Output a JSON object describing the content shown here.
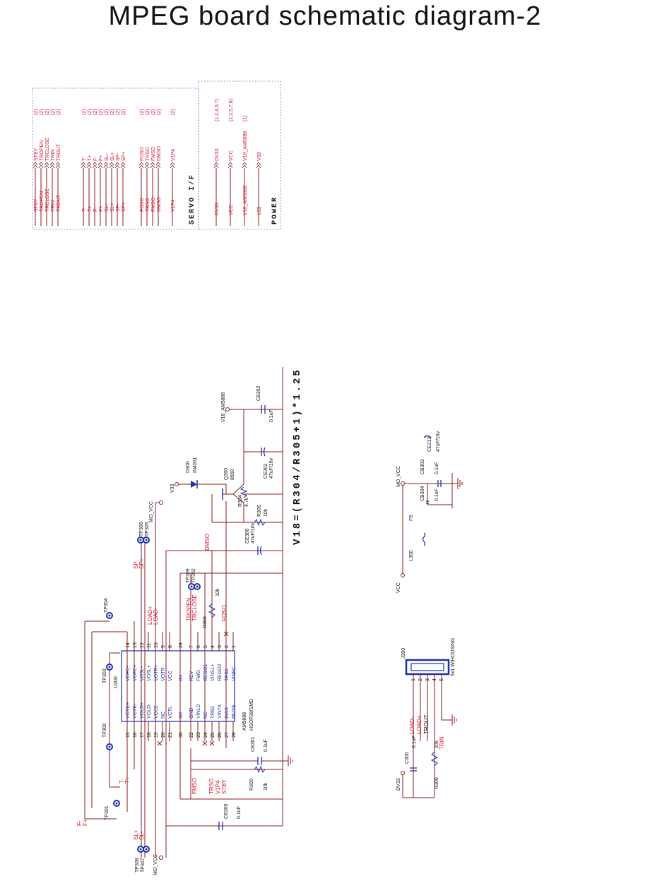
{
  "title": "MPEG  board schematic diagram-2",
  "formula": "V18=(R304/R305+1)*1.25",
  "servo_title": "SERVO I/F",
  "power_title": "POWER",
  "servo_left": [
    "STBY",
    "TROPEN",
    "TRCLOSE",
    "TRIN",
    "TROUT",
    "T-",
    "T+",
    "F-",
    "F+",
    "SL-",
    "SL+",
    "SP-",
    "SP+",
    "FOSO",
    "TRSO",
    "FMSO",
    "DMSO",
    "V1P4"
  ],
  "servo_ports": [
    "STBY",
    "TROPEN",
    "TRCLOSE",
    "TRIN",
    "TROUT",
    "T-",
    "T+",
    "F-",
    "F+",
    "SL-",
    "SL+",
    "SP-",
    "SP+",
    "FOSO",
    "TRSO",
    "FMSO",
    "DMSO",
    "V1P4"
  ],
  "servo_pages": [
    "(2)",
    "(2)",
    "(2)",
    "(2)",
    "(2)",
    "(2)",
    "(2)",
    "(2)",
    "(2)",
    "(2)",
    "(2)",
    "(2)",
    "(2)",
    "(2)",
    "(2)",
    "(2)",
    "(2)",
    "(2)"
  ],
  "power_left": [
    "DV33",
    "VCC",
    "V18_AM5888",
    "V33"
  ],
  "power_ports": [
    "DV33",
    "VCC",
    "V18_AM5888",
    "V33"
  ],
  "power_pages": [
    "(1,2,4,5,7)",
    "(1,2,5,7,8)",
    "(1)",
    ""
  ],
  "u300": {
    "ref": "U300",
    "part": "AM5888",
    "pkg": "HSOP28/SMD",
    "left_pins": [
      {
        "n": "15",
        "name": "VOTK+"
      },
      {
        "n": "16",
        "name": "VOTK-"
      },
      {
        "n": "17",
        "name": "VOLD+"
      },
      {
        "n": "18",
        "name": "VOLD-"
      },
      {
        "n": "19",
        "name": "VCC2"
      },
      {
        "n": "20",
        "name": "NC"
      },
      {
        "n": "21",
        "name": "VCTL"
      },
      {
        "n": "30",
        "name": "G2"
      },
      {
        "n": "22",
        "name": "GND"
      },
      {
        "n": "23",
        "name": "VINLD"
      },
      {
        "n": "24",
        "name": "NC"
      },
      {
        "n": "25",
        "name": "TRB2"
      },
      {
        "n": "26",
        "name": "VINTK"
      },
      {
        "n": "27",
        "name": "BIAS"
      },
      {
        "n": "28",
        "name": "MUTE"
      }
    ],
    "right_pins": [
      {
        "n": "14",
        "name": "VOFC-"
      },
      {
        "n": "13",
        "name": "VOFC+"
      },
      {
        "n": "12",
        "name": "VOSL-"
      },
      {
        "n": "11",
        "name": "VOSL+"
      },
      {
        "n": "10",
        "name": "VOTR+"
      },
      {
        "n": "9",
        "name": "VOTR-"
      },
      {
        "n": "8",
        "name": "VCC"
      },
      {
        "n": "29",
        "name": "G1"
      },
      {
        "n": "7",
        "name": "REV"
      },
      {
        "n": "6",
        "name": "FWD"
      },
      {
        "n": "5",
        "name": "REGO1"
      },
      {
        "n": "4",
        "name": "VINSL+"
      },
      {
        "n": "3",
        "name": "REGO2"
      },
      {
        "n": "2",
        "name": "TRB1"
      },
      {
        "n": "1",
        "name": "VINFC"
      }
    ]
  },
  "labels": {
    "tp300": "TP300",
    "tp301": "TP301",
    "tp302": "TP302",
    "tp303": "TP303",
    "tp304": "TP304",
    "tp305": "TP305",
    "tp306": "TP306",
    "tp307": "TP307",
    "tp308": "TP308",
    "tp309": "TP309",
    "fm": "F-",
    "fp": "F+",
    "tm": "T-",
    "tp": "T+",
    "slp": "SL+",
    "slm": "SL-",
    "spm": "SP-",
    "spp": "SP+",
    "loadp": "LOAD+",
    "loadm": "LOAD-",
    "tropen": "TROPEN",
    "trclose": "TRCLOSE",
    "foso": "FOSO",
    "fmso": "FMSO",
    "trso": "TRSO",
    "v1p4": "V1P4",
    "stby": "STBY",
    "dmso": "DMSO",
    "mo_vcc_a": "MO_VCC",
    "mo_vcc_b": "MO_VCC",
    "mo_vcc_c": "MO_VCC",
    "v33": "V33",
    "v18": "V18_AM5888",
    "vcc": "VCC",
    "dv33": "DV33",
    "d300": "D300",
    "d300v": "IN4001",
    "q300": "Q300",
    "q300v": "8550",
    "r300": "R300",
    "r300v": "10k",
    "r303": "R303",
    "r303v": "10k",
    "r304": "R304",
    "r304v": "4.7k",
    "r305": "R305",
    "r305v": "10k",
    "r309": "R309",
    "r309v": "10k",
    "cb300": "CB300",
    "cb300v": "0.1uF",
    "cb301": "CB301",
    "cb301v": "0.1uF",
    "cb302": "CB302",
    "cb302v": "0.1uF",
    "cb303": "CB303",
    "cb303v": "0.1uF",
    "cb304": "CB304",
    "cb304v": "0.1uF",
    "c300": "C300",
    "c300v": "0.1uF",
    "ce300": "CE300",
    "ce300v": "47uF/10v",
    "ce302": "CE302",
    "ce302v": "47uF/16v",
    "ce213": "CE213",
    "ce213v": "47uF/16v",
    "l300": "L300",
    "fb": "FB",
    "j300": "J300",
    "j300v": "5x1 W/HOUSING",
    "j_loadm": "LOAD-",
    "j_loadp": "LOAD+",
    "j_trout": "TROUT",
    "j_trin": "TRIN"
  },
  "j300_pins": [
    "1",
    "2",
    "3",
    "4",
    "5"
  ]
}
